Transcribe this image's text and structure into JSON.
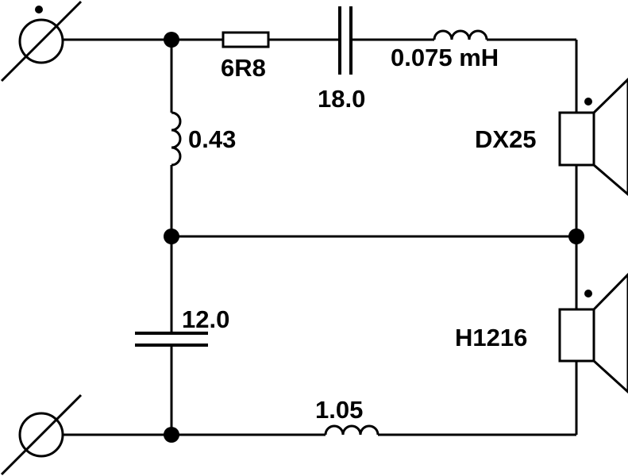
{
  "circuit": {
    "resistor": {
      "label": "6R8"
    },
    "tweeter_series_capacitor": {
      "label": "18.0"
    },
    "tweeter_series_inductor": {
      "label": "0.075 mH"
    },
    "tweeter_shunt_inductor": {
      "label": "0.43"
    },
    "woofer_shunt_capacitor": {
      "label": "12.0"
    },
    "woofer_series_inductor": {
      "label": "1.05"
    },
    "tweeter": {
      "label": "DX25"
    },
    "woofer": {
      "label": "H1216"
    }
  }
}
